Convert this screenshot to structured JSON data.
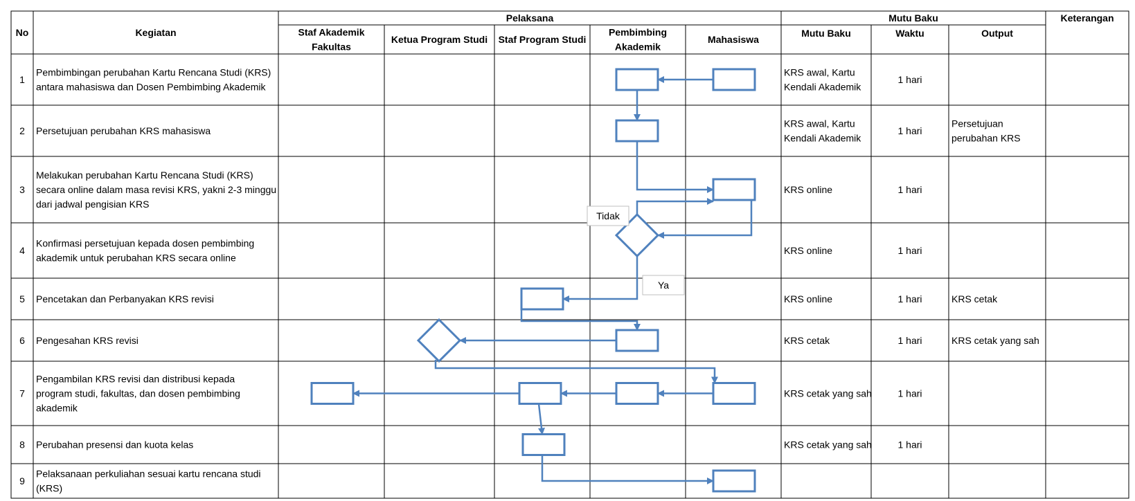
{
  "header": {
    "no": "No",
    "kegiatan": "Kegiatan",
    "pelaksana": "Pelaksana",
    "mutu_baku_group": "Mutu Baku",
    "keterangan": "Keterangan",
    "actors": [
      [
        "Staf Akademik",
        "Fakultas"
      ],
      [
        "Ketua Program Studi"
      ],
      [
        "Staf Program Studi"
      ],
      [
        "Pembimbing",
        "Akademik"
      ],
      [
        "Mahasiswa"
      ]
    ],
    "mutu_cols": [
      "Mutu Baku",
      "Waktu",
      "Output"
    ]
  },
  "rows": [
    {
      "no": "1",
      "kegiatan": [
        "Pembimbingan perubahan Kartu Rencana Studi (KRS)",
        "antara mahasiswa dan Dosen Pembimbing Akademik"
      ],
      "mutu": [
        "KRS awal, Kartu",
        "Kendali Akademik"
      ],
      "waktu": "1 hari",
      "output": []
    },
    {
      "no": "2",
      "kegiatan": [
        "Persetujuan perubahan KRS mahasiswa"
      ],
      "mutu": [
        "KRS awal, Kartu",
        "Kendali Akademik"
      ],
      "waktu": "1 hari",
      "output": [
        "Persetujuan",
        "perubahan KRS"
      ]
    },
    {
      "no": "3",
      "kegiatan": [
        "Melakukan perubahan Kartu Rencana Studi (KRS)",
        "secara online dalam masa revisi KRS, yakni 2-3 minggu",
        "dari  jadwal pengisian KRS"
      ],
      "mutu": [
        "KRS online"
      ],
      "waktu": "1 hari",
      "output": []
    },
    {
      "no": "4",
      "kegiatan": [
        "Konfirmasi persetujuan kepada dosen pembimbing",
        "akademik untuk perubahan KRS secara online"
      ],
      "mutu": [
        "KRS online"
      ],
      "waktu": "1 hari",
      "output": []
    },
    {
      "no": "5",
      "kegiatan": [
        "Pencetakan dan Perbanyakan KRS revisi"
      ],
      "mutu": [
        "KRS online"
      ],
      "waktu": "1 hari",
      "output": [
        "KRS cetak"
      ]
    },
    {
      "no": "6",
      "kegiatan": [
        "Pengesahan KRS  revisi"
      ],
      "mutu": [
        "KRS cetak"
      ],
      "waktu": "1 hari",
      "output": [
        "KRS cetak yang sah"
      ]
    },
    {
      "no": "7",
      "kegiatan": [
        "Pengambilan KRS revisi dan distribusi kepada",
        "program studi, fakultas, dan dosen pembimbing",
        "akademik"
      ],
      "mutu": [
        "KRS cetak yang sah"
      ],
      "waktu": "1 hari",
      "output": []
    },
    {
      "no": "8",
      "kegiatan": [
        "Perubahan presensi dan kuota kelas"
      ],
      "mutu": [
        "KRS cetak yang sah"
      ],
      "waktu": "1 hari",
      "output": []
    },
    {
      "no": "9",
      "kegiatan": [
        "Pelaksanaan perkuliahan sesuai kartu rencana studi",
        "(KRS)"
      ],
      "mutu": [],
      "waktu": "",
      "output": []
    }
  ],
  "flow": {
    "color": "#4f81bd",
    "nodes": [
      {
        "id": "n1",
        "shape": "process",
        "actor": 4,
        "row": 0
      },
      {
        "id": "n2",
        "shape": "process",
        "actor": 3,
        "row": 0
      },
      {
        "id": "n3",
        "shape": "process",
        "actor": 3,
        "row": 1
      },
      {
        "id": "n4",
        "shape": "process",
        "actor": 4,
        "row": 2
      },
      {
        "id": "n5",
        "shape": "decision",
        "actor": 3,
        "row": 3
      },
      {
        "id": "n6",
        "shape": "process",
        "actor": 2,
        "row": 4
      },
      {
        "id": "n7",
        "shape": "process",
        "actor": 3,
        "row": 5
      },
      {
        "id": "n8",
        "shape": "decision",
        "actor": 1,
        "row": 5
      },
      {
        "id": "n9",
        "shape": "process",
        "actor": 4,
        "row": 6
      },
      {
        "id": "n10",
        "shape": "process",
        "actor": 3,
        "row": 6
      },
      {
        "id": "n11",
        "shape": "process",
        "actor": 2,
        "row": 6
      },
      {
        "id": "n12",
        "shape": "process",
        "actor": 0,
        "row": 6
      },
      {
        "id": "n13",
        "shape": "process",
        "actor": 2,
        "row": 7
      },
      {
        "id": "n14",
        "shape": "process",
        "actor": 4,
        "row": 8
      }
    ],
    "edges": [
      {
        "from": "n1",
        "to": "n2"
      },
      {
        "from": "n2",
        "to": "n3"
      },
      {
        "from": "n3",
        "to": "n4"
      },
      {
        "from": "n4",
        "to": "n5"
      },
      {
        "from": "n5",
        "to": "n4",
        "label": "Tidak"
      },
      {
        "from": "n5",
        "to": "n6",
        "label": "Ya"
      },
      {
        "from": "n6",
        "to": "n7"
      },
      {
        "from": "n7",
        "to": "n8"
      },
      {
        "from": "n8",
        "to": "n9"
      },
      {
        "from": "n9",
        "to": "n10"
      },
      {
        "from": "n10",
        "to": "n11"
      },
      {
        "from": "n11",
        "to": "n12"
      },
      {
        "from": "n11",
        "to": "n13"
      },
      {
        "from": "n13",
        "to": "n14"
      }
    ]
  }
}
